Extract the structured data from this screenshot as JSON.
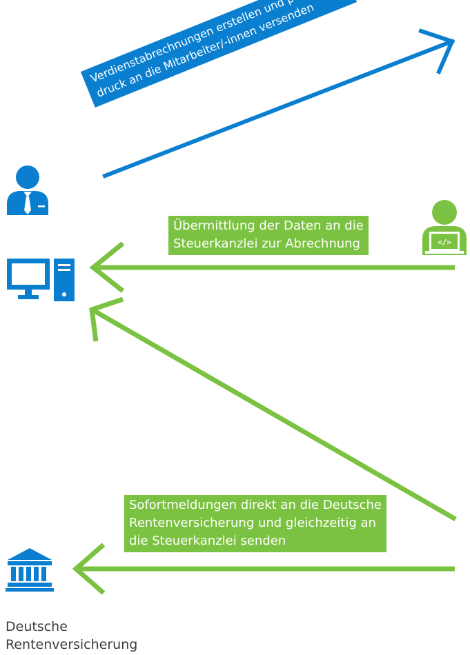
{
  "colors": {
    "blue": "#0a7fd0",
    "green": "#7cc242",
    "text": "#3b3b3b"
  },
  "top_flow": {
    "line1": "Verdienstabrechnungen erstellen und per Knopf-",
    "line2": "druck an die Mitarbeiter/-innen versenden"
  },
  "middle_flow": {
    "line1": "Übermittlung der Daten an die",
    "line2": "Steuerkanzlei zur Abrechnung"
  },
  "bottom_flow": {
    "line1": "Sofortmeldungen direkt an die Deutsche",
    "line2": "Rentenversicherung und gleichzeitig an",
    "line3": "die Steuerkanzlei senden"
  },
  "institution": {
    "line1": "Deutsche",
    "line2": "Rentenversicherung"
  },
  "icons": [
    "employer-person-icon",
    "computer-icon",
    "tax-advisor-laptop-icon",
    "pension-insurance-building-icon"
  ]
}
